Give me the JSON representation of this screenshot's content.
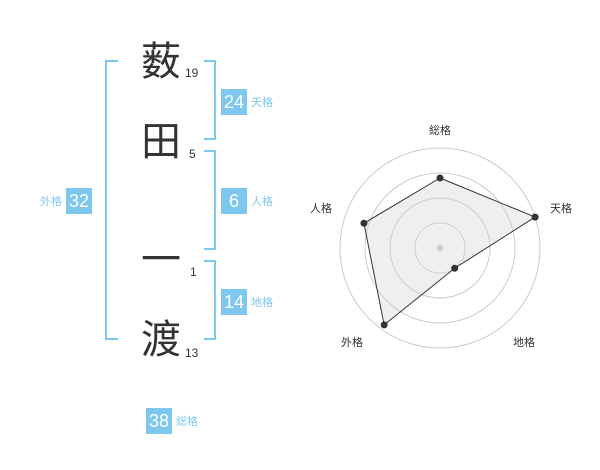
{
  "name": {
    "characters": [
      {
        "char": "薮",
        "strokes": "19"
      },
      {
        "char": "田",
        "strokes": "5"
      },
      {
        "char": "一",
        "strokes": "1"
      },
      {
        "char": "渡",
        "strokes": "13"
      }
    ]
  },
  "scores": {
    "tenkaku": {
      "value": "24",
      "label": "天格"
    },
    "jinkaku": {
      "value": "6",
      "label": "人格"
    },
    "chikaku": {
      "value": "14",
      "label": "地格"
    },
    "gaikaku": {
      "value": "32",
      "label": "外格"
    },
    "soukaku": {
      "value": "38",
      "label": "総格"
    }
  },
  "colors": {
    "accent": "#7ec8f0",
    "text": "#333333"
  },
  "chart_data": {
    "type": "radar",
    "axes": [
      "総格",
      "天格",
      "地格",
      "外格",
      "人格"
    ],
    "values": [
      0.7,
      1.0,
      0.25,
      0.95,
      0.8
    ],
    "rings": 4,
    "grid": true
  }
}
